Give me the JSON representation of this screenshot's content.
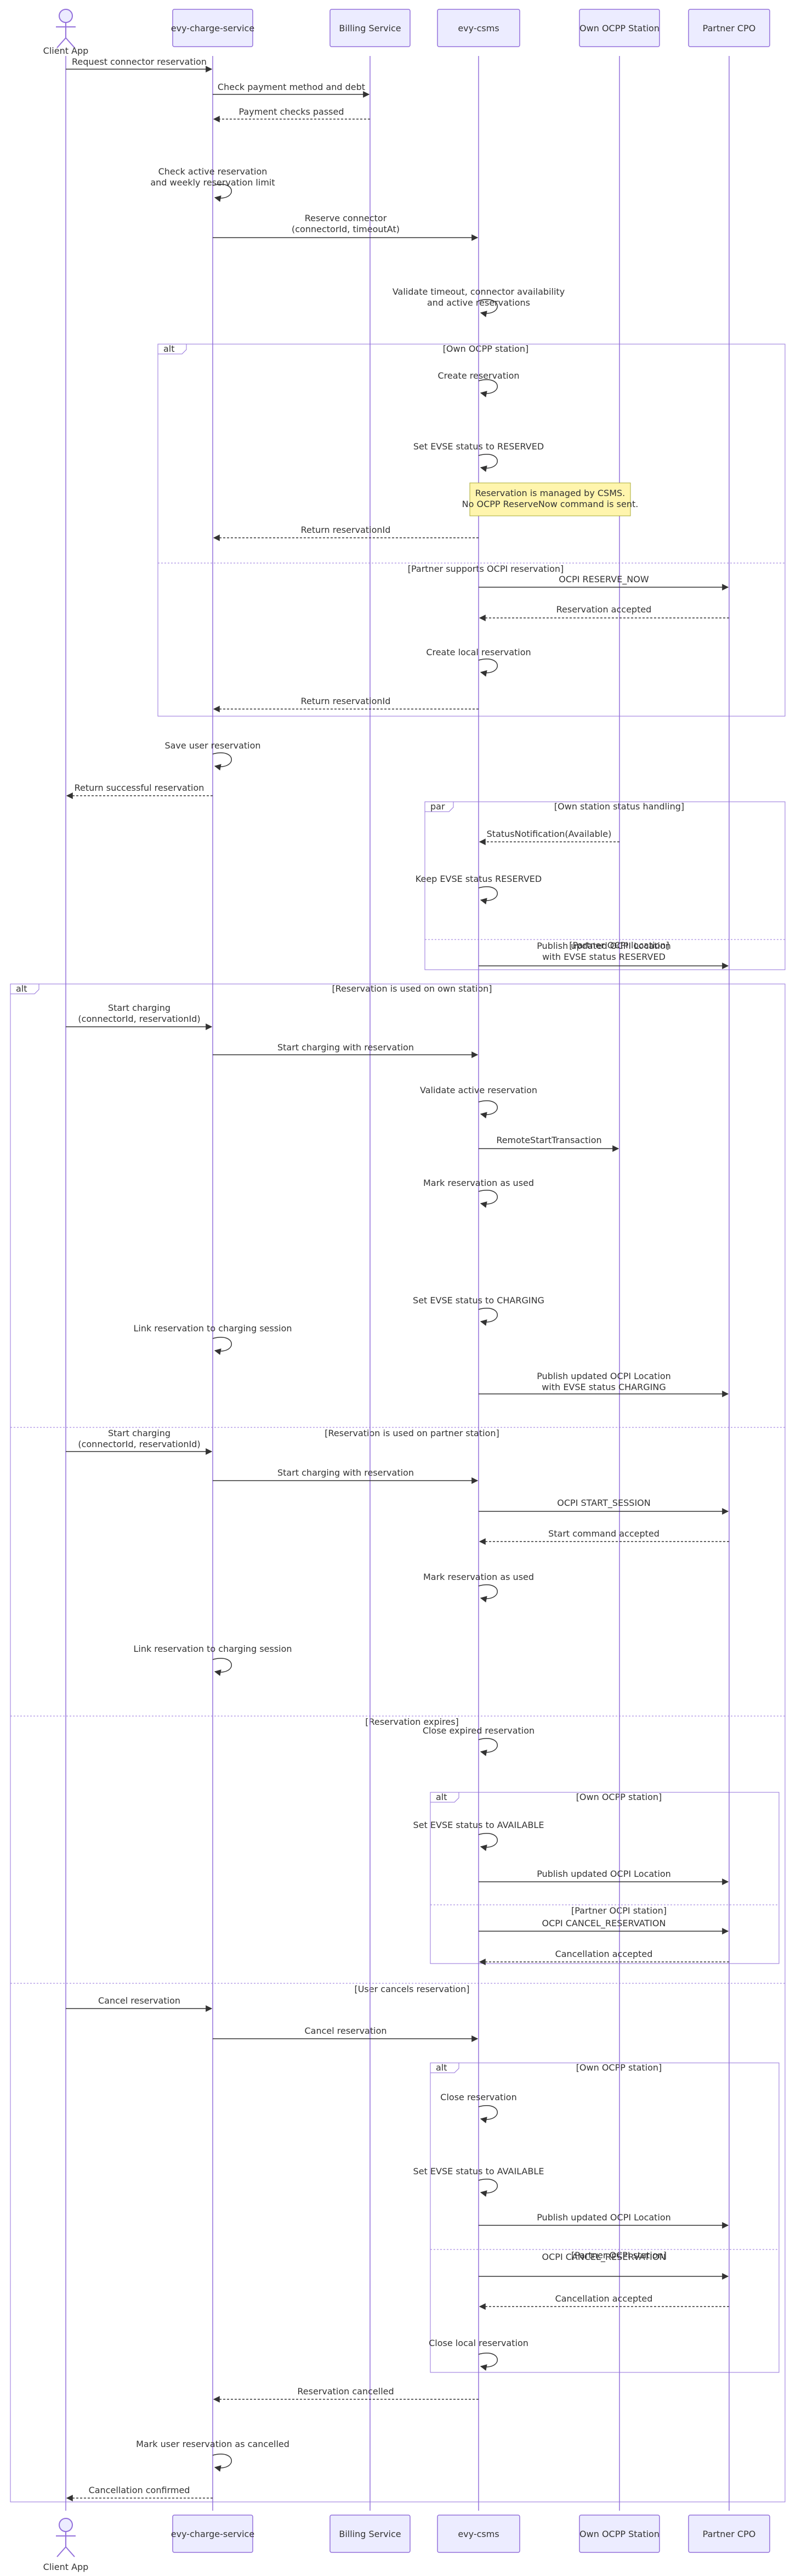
{
  "participants": [
    {
      "id": "client",
      "label": "Client App",
      "type": "actor"
    },
    {
      "id": "evy",
      "label": "evy-charge-service",
      "type": "box"
    },
    {
      "id": "billing",
      "label": "Billing Service",
      "type": "box"
    },
    {
      "id": "csms",
      "label": "evy-csms",
      "type": "box"
    },
    {
      "id": "own",
      "label": "Own OCPP Station",
      "type": "box"
    },
    {
      "id": "partner",
      "label": "Partner CPO",
      "type": "box"
    }
  ],
  "frames": [
    {
      "keyword": "alt",
      "title": "[Own OCPP station]",
      "dividers": [
        {
          "title": "[Partner supports OCPI reservation]"
        }
      ]
    },
    {
      "keyword": "par",
      "title": "[Own station status handling]",
      "dividers": [
        {
          "title": "[Partner OCPI location]"
        }
      ]
    },
    {
      "keyword": "alt",
      "title": "[Reservation is used on own station]",
      "dividers": [
        {
          "title": "[Reservation is used on partner station]"
        },
        {
          "title": "[Reservation expires]"
        },
        {
          "title": "[User cancels reservation]"
        }
      ]
    },
    {
      "keyword": "alt",
      "title": "[Own OCPP station]",
      "dividers": [
        {
          "title": "[Partner OCPI station]"
        }
      ]
    },
    {
      "keyword": "alt",
      "title": "[Own OCPP station]",
      "dividers": [
        {
          "title": "[Partner OCPI station]"
        }
      ]
    }
  ],
  "notes": [
    {
      "lines": [
        "Reservation is managed by CSMS.",
        "No OCPP ReserveNow command is sent."
      ]
    }
  ],
  "messages": [
    {
      "lines": [
        "Request connector reservation"
      ]
    },
    {
      "lines": [
        "Check payment method and debt"
      ]
    },
    {
      "lines": [
        "Payment checks passed"
      ]
    },
    {
      "lines": [
        "Check active reservation",
        "and weekly reservation limit"
      ]
    },
    {
      "lines": [
        "Reserve connector",
        "(connectorId, timeoutAt)"
      ]
    },
    {
      "lines": [
        "Validate timeout, connector availability",
        "and active reservations"
      ]
    },
    {
      "lines": [
        "Create reservation"
      ]
    },
    {
      "lines": [
        "Set EVSE status to RESERVED"
      ]
    },
    {
      "lines": [
        "Return reservationId"
      ]
    },
    {
      "lines": [
        "OCPI RESERVE_NOW"
      ]
    },
    {
      "lines": [
        "Reservation accepted"
      ]
    },
    {
      "lines": [
        "Create local reservation"
      ]
    },
    {
      "lines": [
        "Return reservationId"
      ]
    },
    {
      "lines": [
        "Save user reservation"
      ]
    },
    {
      "lines": [
        "Return successful reservation"
      ]
    },
    {
      "lines": [
        "StatusNotification(Available)"
      ]
    },
    {
      "lines": [
        "Keep EVSE status RESERVED"
      ]
    },
    {
      "lines": [
        "Publish updated OCPI Location",
        "with EVSE status RESERVED"
      ]
    },
    {
      "lines": [
        "Start charging",
        "(connectorId, reservationId)"
      ]
    },
    {
      "lines": [
        "Start charging with reservation"
      ]
    },
    {
      "lines": [
        "Validate active reservation"
      ]
    },
    {
      "lines": [
        "RemoteStartTransaction"
      ]
    },
    {
      "lines": [
        "Mark reservation as used"
      ]
    },
    {
      "lines": [
        "Set EVSE status to CHARGING"
      ]
    },
    {
      "lines": [
        "Link reservation to charging session"
      ]
    },
    {
      "lines": [
        "Publish updated OCPI Location",
        "with EVSE status CHARGING"
      ]
    },
    {
      "lines": [
        "Start charging",
        "(connectorId, reservationId)"
      ]
    },
    {
      "lines": [
        "Start charging with reservation"
      ]
    },
    {
      "lines": [
        "OCPI START_SESSION"
      ]
    },
    {
      "lines": [
        "Start command accepted"
      ]
    },
    {
      "lines": [
        "Mark reservation as used"
      ]
    },
    {
      "lines": [
        "Link reservation to charging session"
      ]
    },
    {
      "lines": [
        "Close expired reservation"
      ]
    },
    {
      "lines": [
        "Set EVSE status to AVAILABLE"
      ]
    },
    {
      "lines": [
        "Publish updated OCPI Location"
      ]
    },
    {
      "lines": [
        "OCPI CANCEL_RESERVATION"
      ]
    },
    {
      "lines": [
        "Cancellation accepted"
      ]
    },
    {
      "lines": [
        "Cancel reservation"
      ]
    },
    {
      "lines": [
        "Cancel reservation"
      ]
    },
    {
      "lines": [
        "Close reservation"
      ]
    },
    {
      "lines": [
        "Set EVSE status to AVAILABLE"
      ]
    },
    {
      "lines": [
        "Publish updated OCPI Location"
      ]
    },
    {
      "lines": [
        "OCPI CANCEL_RESERVATION"
      ]
    },
    {
      "lines": [
        "Cancellation accepted"
      ]
    },
    {
      "lines": [
        "Close local reservation"
      ]
    },
    {
      "lines": [
        "Reservation cancelled"
      ]
    },
    {
      "lines": [
        "Mark user reservation as cancelled"
      ]
    },
    {
      "lines": [
        "Cancellation confirmed"
      ]
    }
  ]
}
